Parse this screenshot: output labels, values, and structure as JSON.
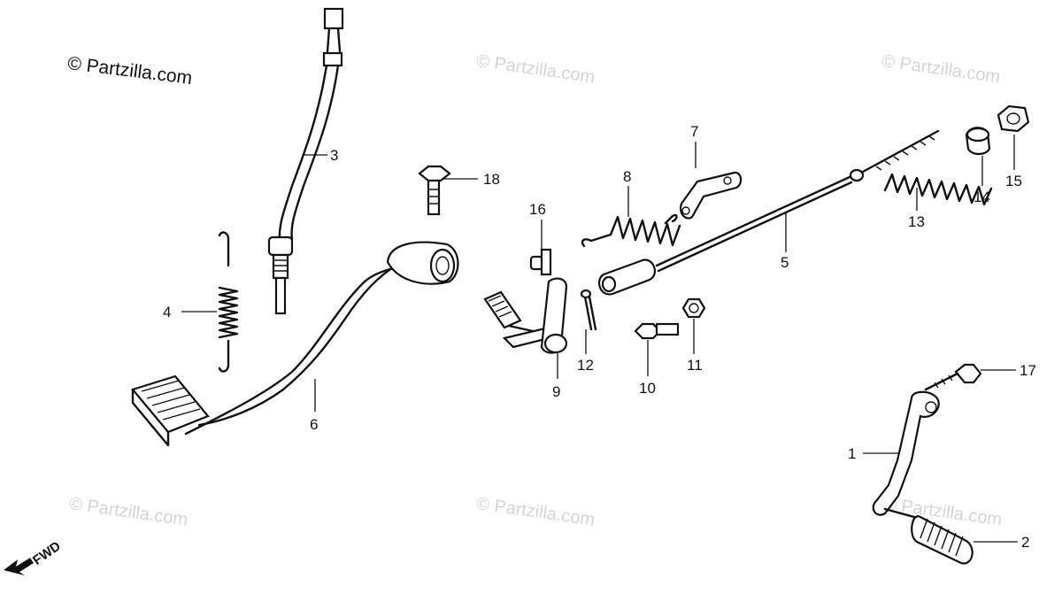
{
  "watermarks": {
    "main": "© Partzilla.com",
    "faint": "© Partzilla.com"
  },
  "direction_label": "FWD",
  "callouts": [
    "1",
    "2",
    "3",
    "4",
    "5",
    "6",
    "7",
    "8",
    "9",
    "10",
    "11",
    "12",
    "13",
    "14",
    "15",
    "16",
    "17",
    "18"
  ],
  "colors": {
    "ink": "#111111",
    "watermark": "#d4d4d4",
    "background": "#ffffff"
  }
}
